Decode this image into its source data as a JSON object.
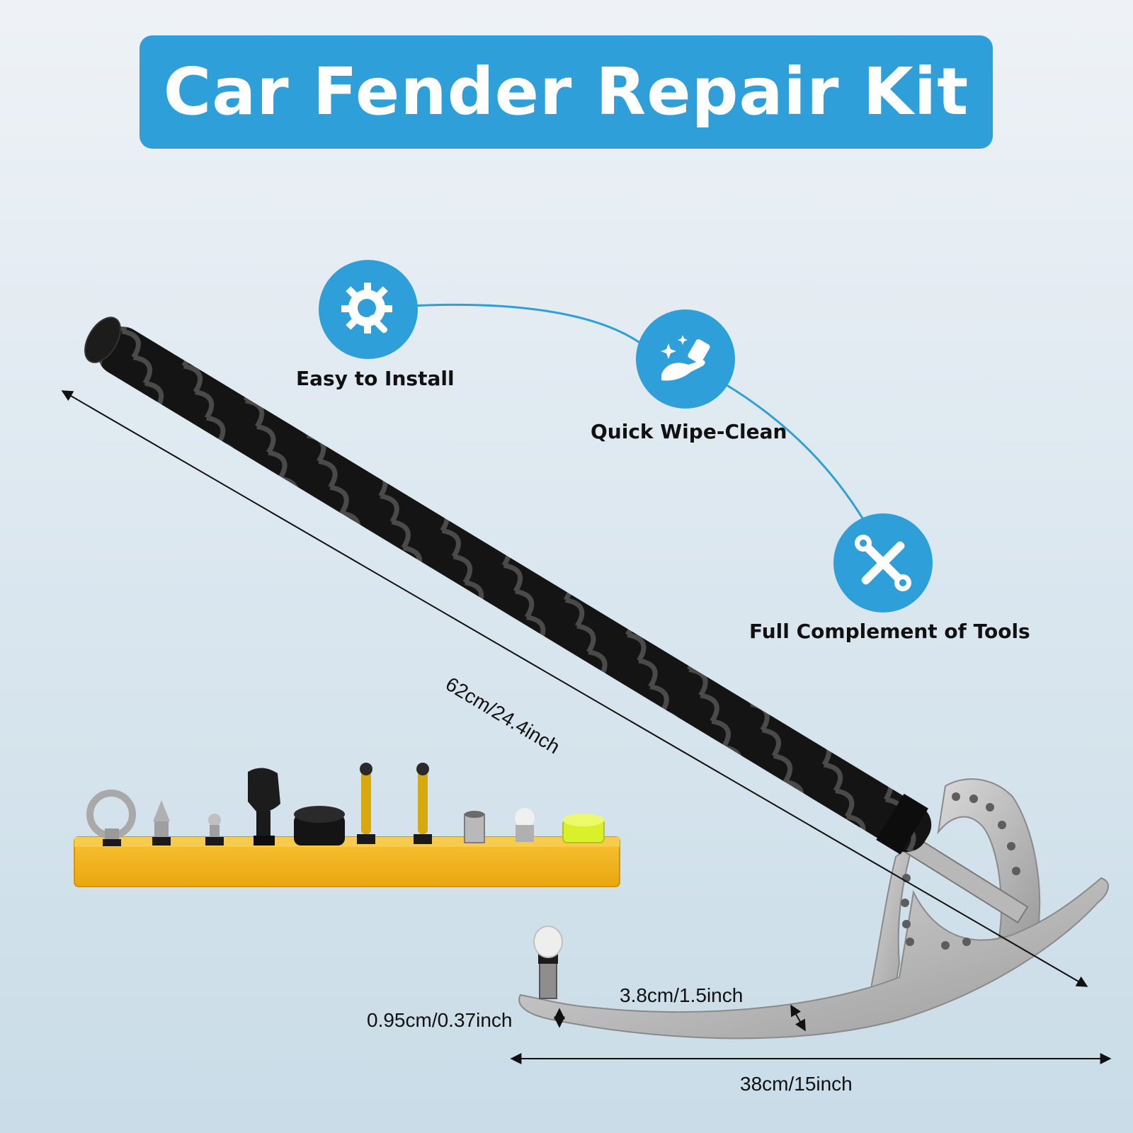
{
  "title": "Car Fender Repair Kit",
  "features": [
    {
      "label": "Easy to Install",
      "icon": "gear-wrench-icon"
    },
    {
      "label": "Quick Wipe-Clean",
      "icon": "hand-wipe-icon"
    },
    {
      "label": "Full Complement of Tools",
      "icon": "tools-cross-icon"
    }
  ],
  "dimensions": {
    "handle_length": "62cm/24.4inch",
    "base_length": "38cm/15inch",
    "bar_width": "3.8cm/1.5inch",
    "bar_thickness": "0.95cm/0.37inch"
  },
  "colors": {
    "accent": "#2e9fd9",
    "handle": "#1a1a1a",
    "steel": "#b4b4b4",
    "tool_tray": "#f2b318"
  }
}
